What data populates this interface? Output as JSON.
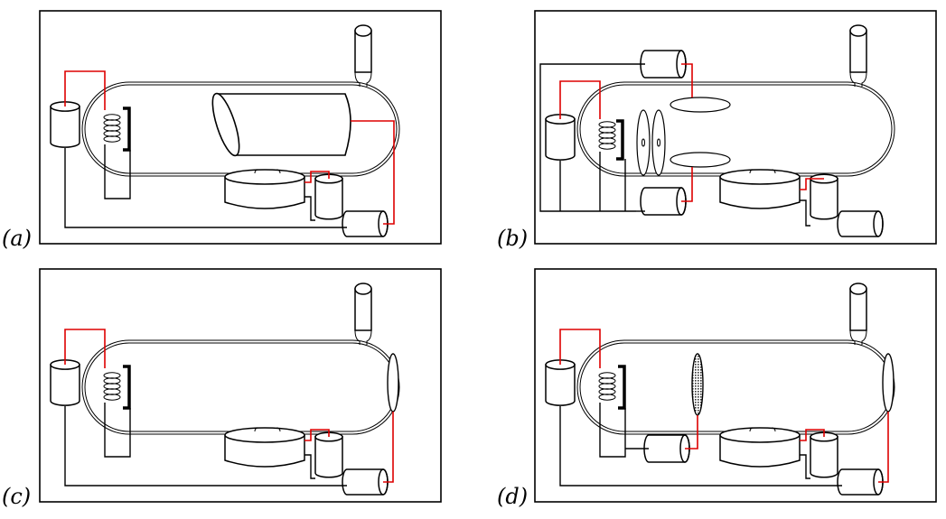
{
  "panels": [
    {
      "label": "(a)",
      "variant": "a"
    },
    {
      "label": "(b)",
      "variant": "b"
    },
    {
      "label": "(c)",
      "variant": "c"
    },
    {
      "label": "(d)",
      "variant": "d"
    }
  ],
  "colors": {
    "wire_black": "#000000",
    "wire_red": "#dd0000",
    "frame": "#000000",
    "grid_fill": "#444444"
  }
}
